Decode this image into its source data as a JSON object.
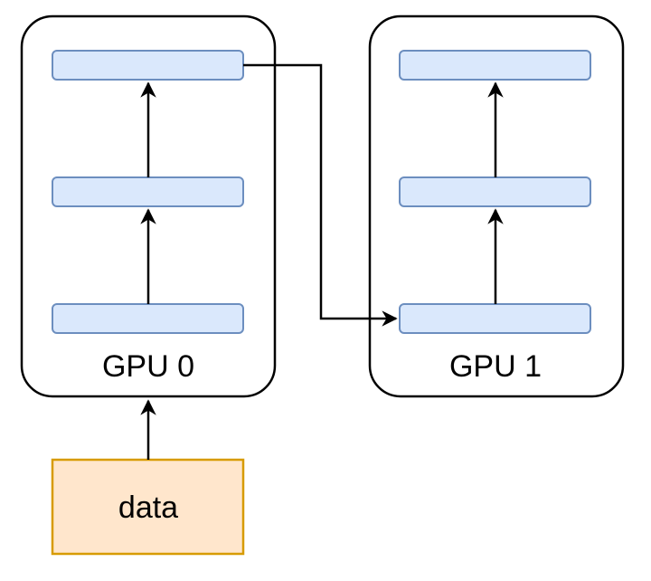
{
  "gpus": [
    {
      "label": "GPU 0"
    },
    {
      "label": "GPU 1"
    }
  ],
  "data_node": {
    "label": "data"
  },
  "colors": {
    "layer_fill": "#dae8fc",
    "layer_stroke": "#6c8ebf",
    "data_fill": "#ffe6cc",
    "data_stroke": "#d79b00",
    "container_stroke": "#000000"
  }
}
